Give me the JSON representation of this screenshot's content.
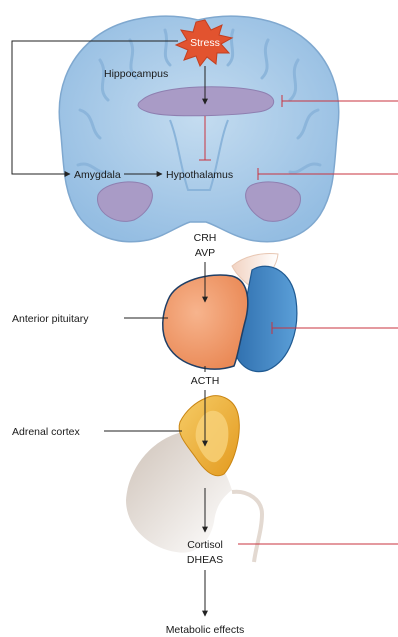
{
  "labels": {
    "stress": "Stress",
    "hippocampus": "Hippocampus",
    "amygdala": "Amygdala",
    "hypothalamus": "Hypothalamus",
    "crh": "CRH",
    "avp": "AVP",
    "anterior_pituitary": "Anterior pituitary",
    "acth": "ACTH",
    "adrenal_cortex": "Adrenal cortex",
    "cortisol": "Cortisol",
    "dheas": "DHEAS",
    "metabolic_effects": "Metabolic effects"
  },
  "colors": {
    "brain": "#a9cbe8",
    "brain_edge": "#7fa8cf",
    "limbic": "#a99bc6",
    "pituitary_anterior": "#f3a174",
    "pituitary_posterior": "#3f86c4",
    "adrenal": "#f0b040",
    "kidney": "#e6ddd6",
    "stress_star": "#e2532f",
    "feedback": "#c9333f",
    "arrow": "#222222"
  }
}
